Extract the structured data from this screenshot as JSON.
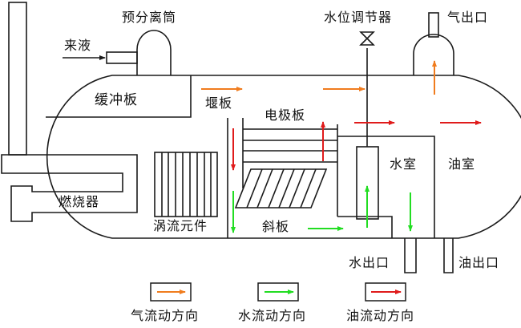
{
  "diagram": {
    "title": "",
    "labels": {
      "pre_separator": "预分离筒",
      "inlet": "来液",
      "buffer_plate": "缓冲板",
      "weir_plate": "堰板",
      "electrode_plate": "电极板",
      "water_level_regulator": "水位调节器",
      "gas_outlet": "气出口",
      "burner": "燃烧器",
      "vortex_element": "涡流元件",
      "inclined_plate": "斜板",
      "water_chamber": "水室",
      "oil_chamber": "油室",
      "water_outlet": "水出口",
      "oil_outlet": "油出口"
    },
    "legend": [
      {
        "label": "气流动方向",
        "color": "#f07c1e",
        "meaning": "gas flow direction"
      },
      {
        "label": "水流动方向",
        "color": "#22dd22",
        "meaning": "water flow direction"
      },
      {
        "label": "油流动方向",
        "color": "#e01b1b",
        "meaning": "oil flow direction"
      }
    ],
    "colors": {
      "gas": "#f07c1e",
      "water": "#22dd22",
      "oil": "#e01b1b",
      "line": "#1a1a1a"
    }
  }
}
